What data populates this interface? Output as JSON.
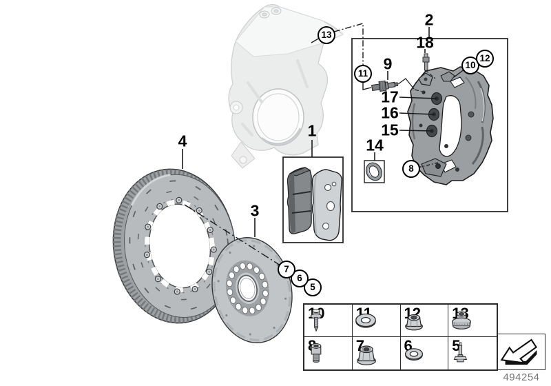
{
  "diagram": {
    "doc_number": "494254",
    "colors": {
      "line": "#1a1a1a",
      "metal_light": "#c6c9cb",
      "metal_mid": "#9ea1a4",
      "metal_dark": "#55585a",
      "ghost_part": "#ebecec",
      "doc_number_gray": "#757575"
    },
    "callouts": {
      "plain": [
        {
          "label": "1"
        },
        {
          "label": "2"
        },
        {
          "label": "3"
        },
        {
          "label": "4"
        },
        {
          "label": "9"
        },
        {
          "label": "14"
        },
        {
          "label": "15"
        },
        {
          "label": "16"
        },
        {
          "label": "17"
        },
        {
          "label": "18"
        }
      ],
      "circled": [
        {
          "label": "5"
        },
        {
          "label": "6"
        },
        {
          "label": "7"
        },
        {
          "label": "8"
        },
        {
          "label": "10"
        },
        {
          "label": "11"
        },
        {
          "label": "12"
        },
        {
          "label": "13"
        }
      ]
    },
    "legend": {
      "rows": [
        {
          "cells": [
            {
              "num": "10",
              "part": "hex-flange-bolt"
            },
            {
              "num": "11",
              "part": "washer"
            },
            {
              "num": "12",
              "part": "flange-lock-nut"
            },
            {
              "num": "13",
              "part": "threaded-bushing"
            }
          ]
        },
        {
          "cells": [
            {
              "num": "8",
              "part": "socket-head-screw"
            },
            {
              "num": "7",
              "part": "flange-nut"
            },
            {
              "num": "6",
              "part": "washer"
            },
            {
              "num": "5",
              "part": "mounting-pin"
            }
          ]
        }
      ]
    },
    "icons": {
      "direction_arrow": "arrow-down-left-3d"
    }
  }
}
